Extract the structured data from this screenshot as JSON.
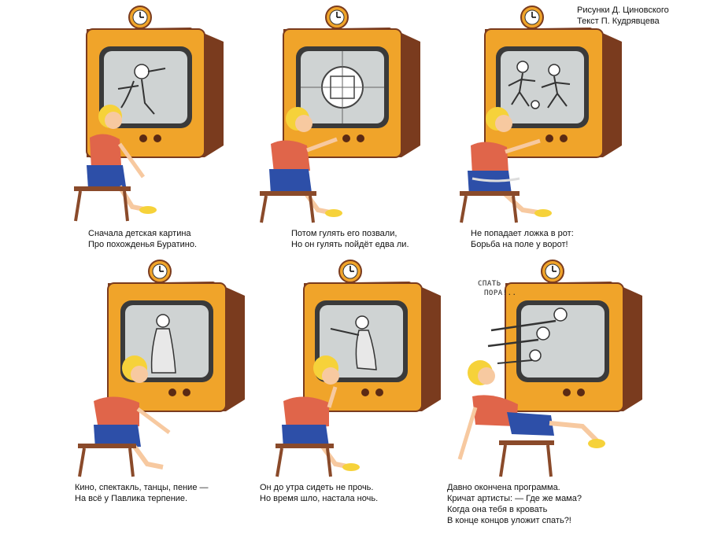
{
  "credits": {
    "line1": "Рисунки Д. Циновского",
    "line2": "Текст П. Кудрявцева"
  },
  "colors": {
    "tv_body": "#f0a42a",
    "tv_side": "#7a3b1e",
    "screen": "#cfd3d3",
    "hair": "#f6d23a",
    "shirt": "#e0654a",
    "shorts": "#2d4fa8",
    "stool": "#8a4a2a"
  },
  "panels": [
    {
      "icon": "tv-cartoon-buratino-icon",
      "lines": [
        "Сначала детская картина",
        "Про похожденья Буратино."
      ]
    },
    {
      "icon": "tv-test-pattern-icon",
      "lines": [
        "Потом гулять его позвали,",
        "Но он гулять пойдёт едва ли."
      ]
    },
    {
      "icon": "tv-football-icon",
      "lines": [
        "Не попадает ложка в рот:",
        "Борьба на поле у ворот!"
      ]
    },
    {
      "icon": "tv-theatre-icon",
      "lines": [
        "Кино, спектакль, танцы, пение —",
        "На всё у Павлика терпение."
      ]
    },
    {
      "icon": "tv-actor-icon",
      "lines": [
        "Он до утра сидеть не прочь.",
        "Но время шло, настала ночь."
      ]
    },
    {
      "icon": "tv-actors-pointing-icon",
      "lines": [
        "Давно окончена программа.",
        "Кричат артисты: — Где же мама?",
        "Когда она тебя в кровать",
        "В конце концов уложит спать?!"
      ]
    }
  ],
  "speech_bubble": {
    "line1": "СПАТЬ",
    "line2": "ПОРА!.."
  }
}
